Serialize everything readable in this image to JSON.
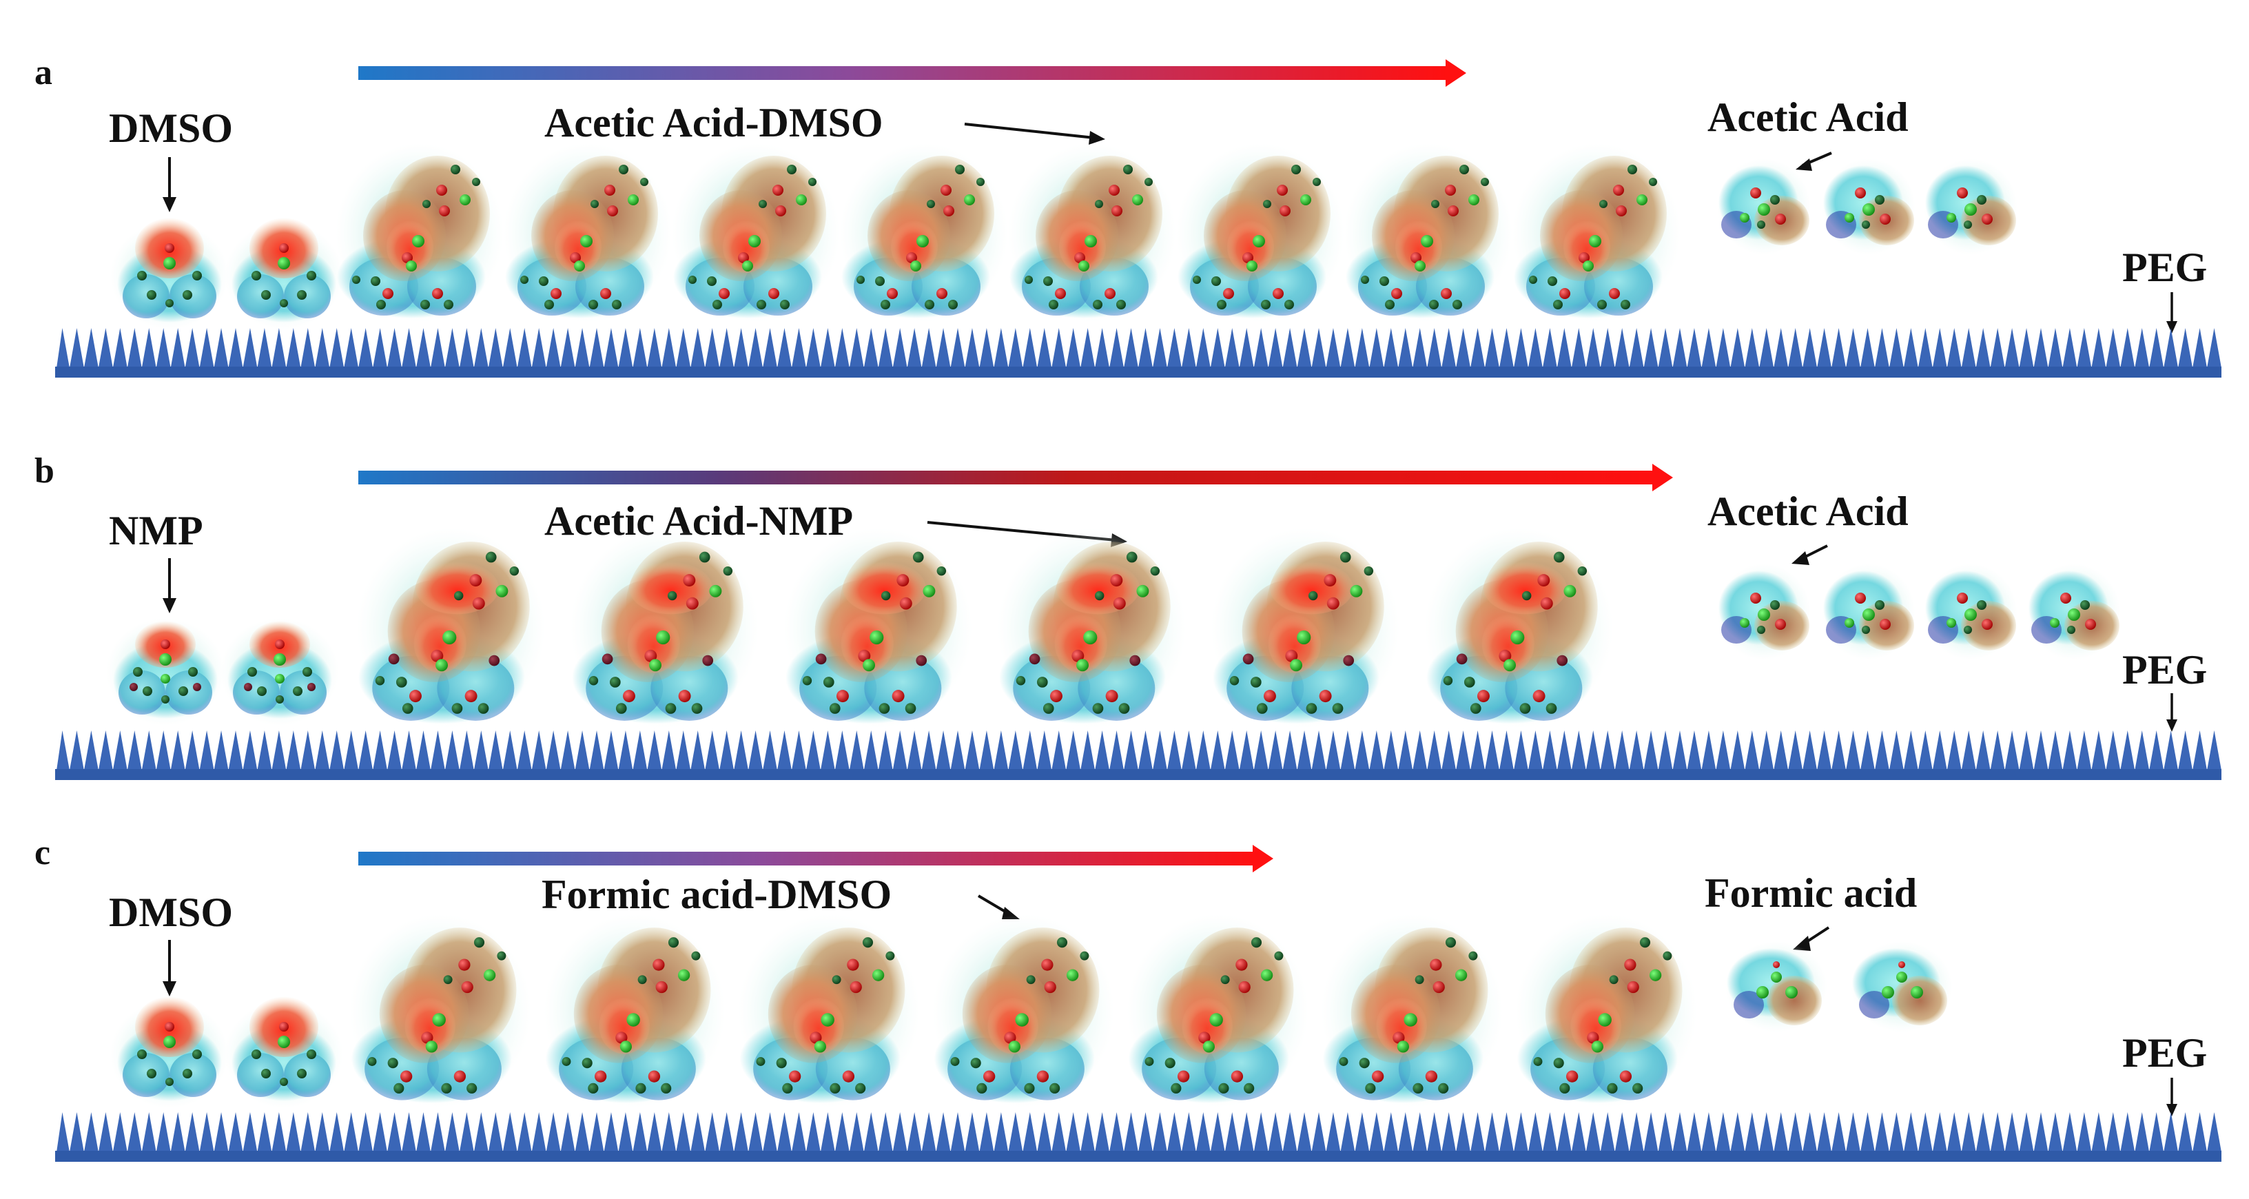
{
  "colors": {
    "arrow_start": "#1f78c8",
    "arrow_mid": "#8c4a9a",
    "arrow_end": "#ff1010",
    "peg_teeth": "#3a66b7",
    "text": "#111111"
  },
  "panels": [
    {
      "letter": "a",
      "solvent_label": "DMSO",
      "complex_label": "Acetic Acid-DMSO",
      "acid_label": "Acetic Acid",
      "substrate_label": "PEG",
      "solvent_count": 2,
      "complex_count": 8,
      "acid_count": 3
    },
    {
      "letter": "b",
      "solvent_label": "NMP",
      "complex_label": "Acetic Acid-NMP",
      "acid_label": "Acetic Acid",
      "substrate_label": "PEG",
      "solvent_count": 2,
      "complex_count": 6,
      "acid_count": 4
    },
    {
      "letter": "c",
      "solvent_label": "DMSO",
      "complex_label": "Formic acid-DMSO",
      "acid_label": "Formic acid",
      "substrate_label": "PEG",
      "solvent_count": 2,
      "complex_count": 7,
      "acid_count": 2
    }
  ]
}
